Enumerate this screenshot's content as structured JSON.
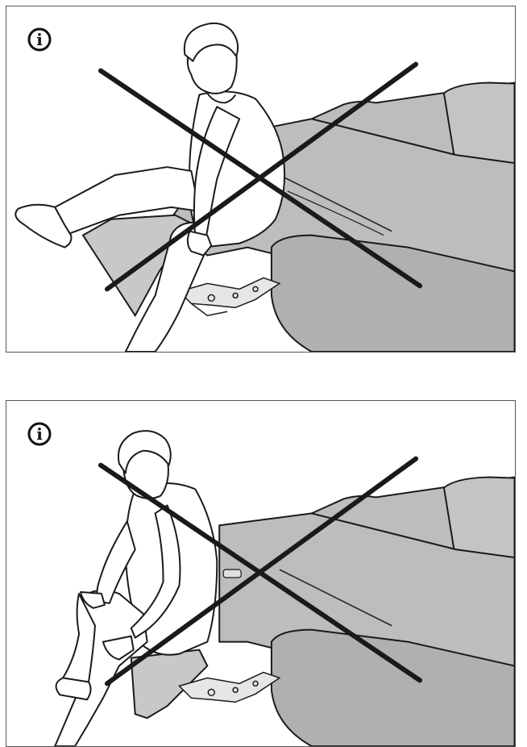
{
  "page": {
    "background": "#ffffff"
  },
  "panels": [
    {
      "id": "panel-top",
      "info_icon": "info-icon",
      "info_glyph": "i",
      "prohibited": true
    },
    {
      "id": "panel-bottom",
      "info_icon": "info-icon",
      "info_glyph": "i",
      "prohibited": true
    }
  ],
  "colors": {
    "sofa_fill": "#bdbdbd",
    "sofa_shadow": "#9e9e9e",
    "outline": "#1a1a1a",
    "cross": "#1a1a1a",
    "border": "#555555"
  }
}
